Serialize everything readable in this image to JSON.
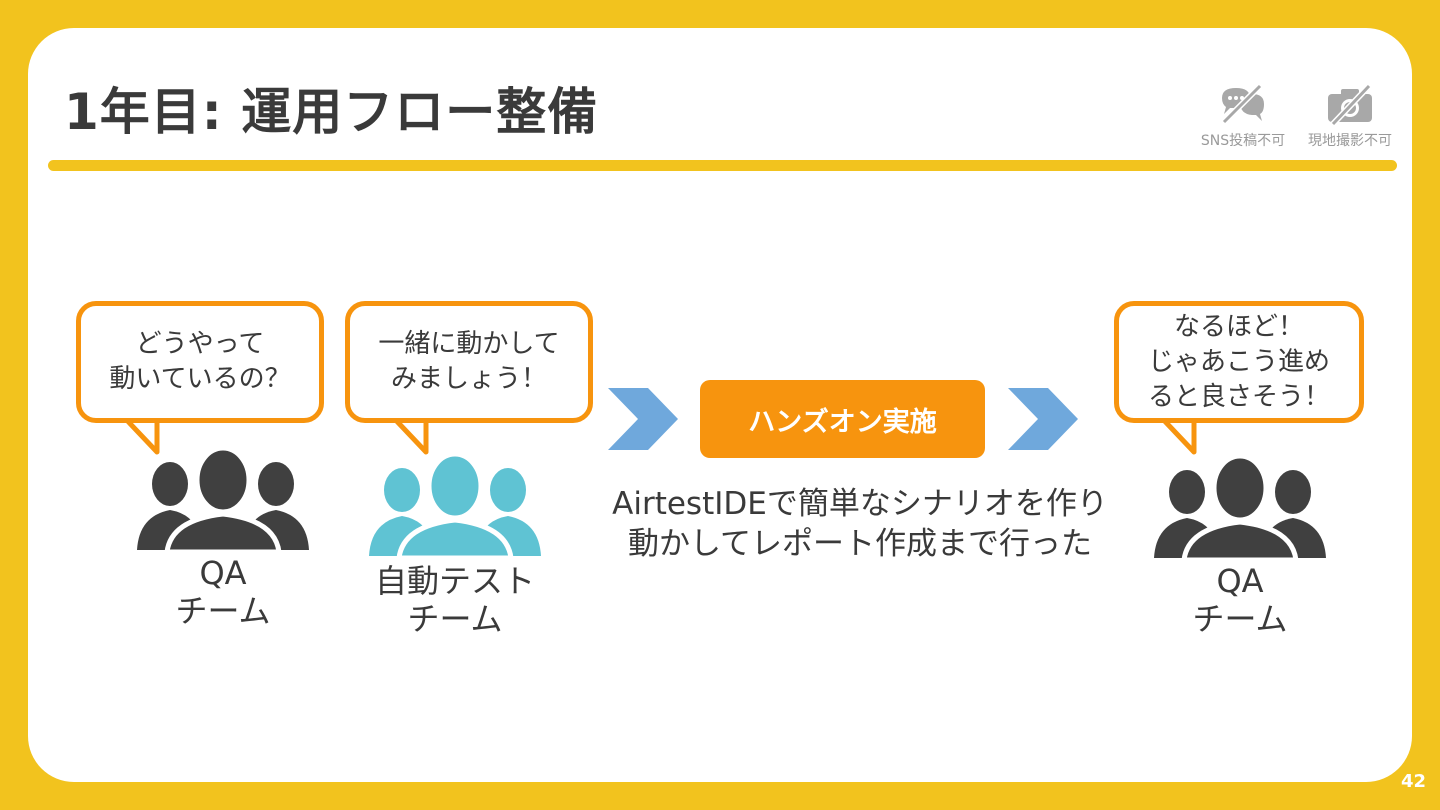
{
  "slide": {
    "title": "1年目: 運用フロー整備",
    "page_number": "42"
  },
  "notices": [
    {
      "label": "SNS投稿不可",
      "icon": "no-chat-icon"
    },
    {
      "label": "現地撮影不可",
      "icon": "no-camera-icon"
    }
  ],
  "bubbles": {
    "qa_left": {
      "line1": "どうやって",
      "line2": "動いているの？"
    },
    "auto_test": {
      "line1": "一緒に動かして",
      "line2": "みましょう！"
    },
    "qa_right": {
      "line1": "なるほど！",
      "line2": "じゃあこう進め",
      "line3": "ると良さそう！"
    }
  },
  "teams": {
    "qa_left": {
      "line1": "QA",
      "line2": "チーム"
    },
    "auto_test": {
      "line1": "自動テスト",
      "line2": "チーム"
    },
    "qa_right": {
      "line1": "QA",
      "line2": "チーム"
    }
  },
  "process": {
    "label": "ハンズオン実施",
    "description_line1": "AirtestIDEで簡単なシナリオを作り",
    "description_line2": "動かしてレポート作成まで行った"
  },
  "colors": {
    "background": "#F2C31E",
    "accent_orange": "#F7940E",
    "dark_people": "#404040",
    "teal_people": "#5FC3D3",
    "chevron_blue": "#6FA8DC"
  }
}
